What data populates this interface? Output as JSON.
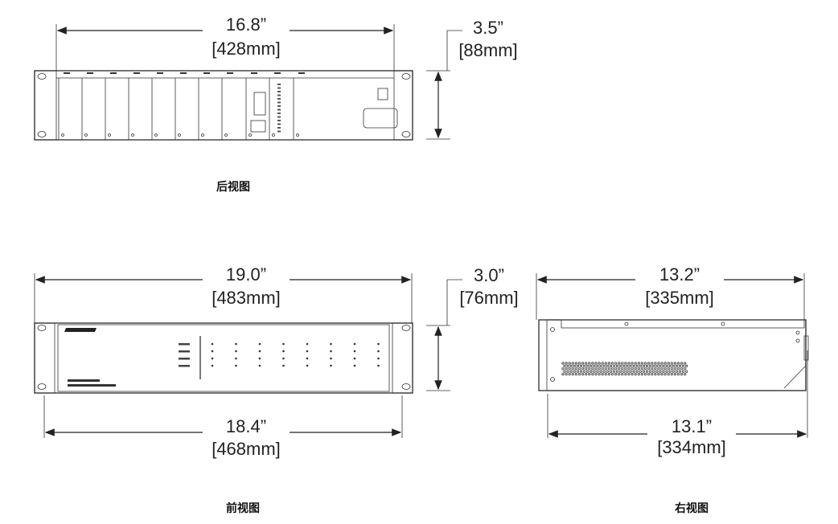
{
  "rear_view": {
    "caption": "后视图",
    "width_in": "16.8”",
    "width_mm": "[428mm]",
    "height_in": "3.5”",
    "height_mm": "[88mm]"
  },
  "front_view": {
    "caption": "前视图",
    "width_in": "19.0”",
    "width_mm": "[483mm]",
    "inner_width_in": "18.4”",
    "inner_width_mm": "[468mm]",
    "height_in": "3.0”",
    "height_mm": "[76mm]"
  },
  "side_view": {
    "caption": "右视图",
    "depth_in": "13.2”",
    "depth_mm": "[335mm]",
    "inner_depth_in": "13.1”",
    "inner_depth_mm": "[334mm]"
  },
  "colors": {
    "line": "#222222",
    "background": "#ffffff"
  }
}
